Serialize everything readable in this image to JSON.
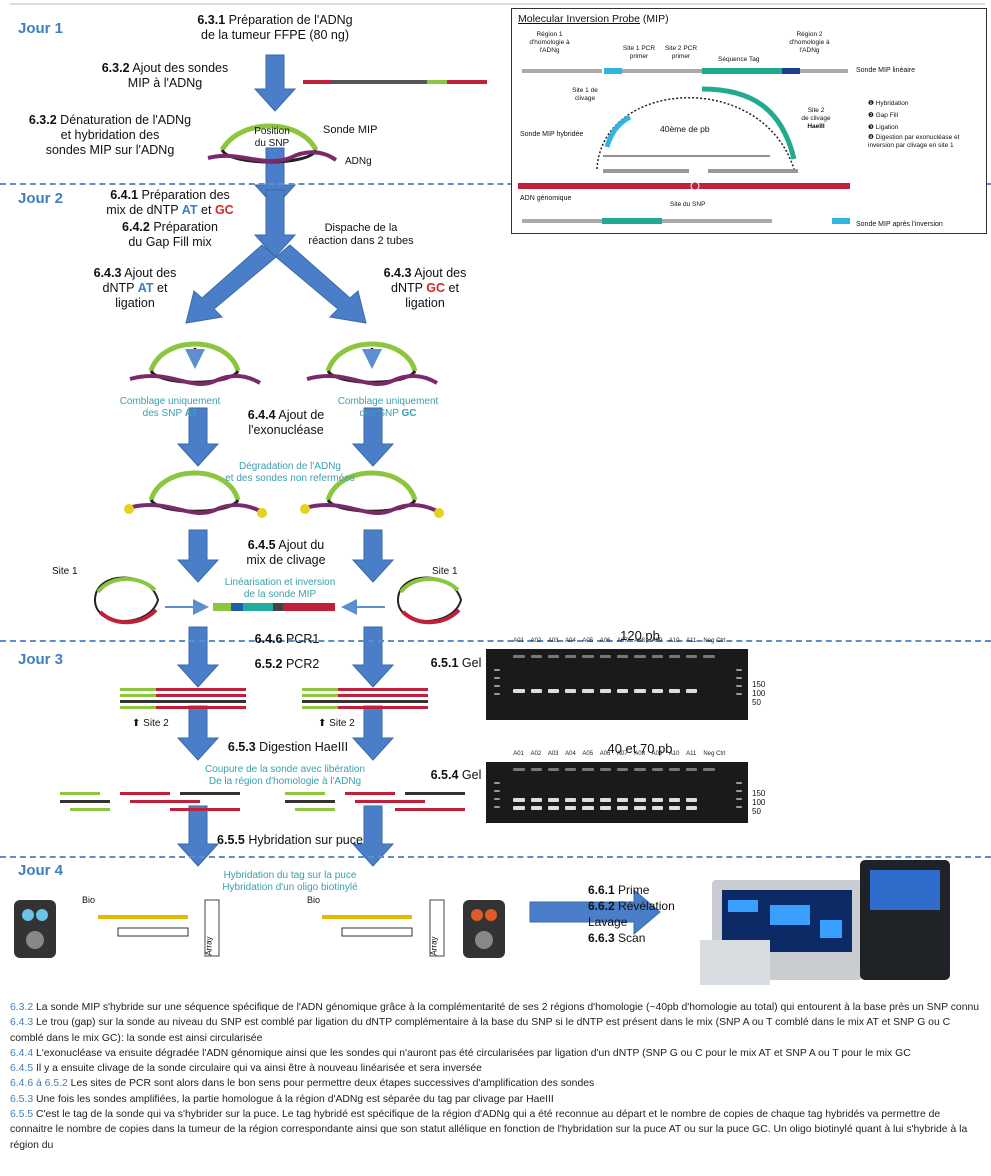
{
  "days": {
    "d1": "Jour 1",
    "d2": "Jour 2",
    "d3": "Jour 3",
    "d4": "Jour 4"
  },
  "steps": {
    "s631_num": "6.3.1",
    "s631_a": "Préparation de l'ADNg",
    "s631_b": "de la tumeur FFPE (80 ng)",
    "s632_num": "6.3.2",
    "s632_a": "Ajout des sondes",
    "s632_b": "MIP à l'ADNg",
    "s632b_num": "6.3.2",
    "s632b_a": "Dénaturation de l'ADNg",
    "s632b_b": "et hybridation des",
    "s632b_c": "sondes MIP sur l'ADNg",
    "s641_num": "6.4.1",
    "s641_a": "Préparation des",
    "s641_b": "mix de dNTP",
    "s641_at": "AT",
    "s641_et": "et",
    "s641_gc": "GC",
    "s642_num": "6.4.2",
    "s642_a": "Préparation",
    "s642_b": "du Gap Fill mix",
    "dispatch_a": "Dispache de la",
    "dispatch_b": "réaction dans 2 tubes",
    "s643l_num": "6.4.3",
    "s643l_a": "Ajout des",
    "s643l_b": "dNTP",
    "s643l_at": "AT",
    "s643l_c": "et",
    "s643l_d": "ligation",
    "s643r_num": "6.4.3",
    "s643r_a": "Ajout des",
    "s643r_b": "dNTP",
    "s643r_gc": "GC",
    "s643r_c": "et",
    "s643r_d": "ligation",
    "fill_l_a": "Comblage uniquement",
    "fill_l_b": "des SNP",
    "fill_l_c": "AT",
    "fill_r_a": "Comblage uniquement",
    "fill_r_b": "des SNP",
    "fill_r_c": "GC",
    "s644_num": "6.4.4",
    "s644_a": "Ajout de",
    "s644_b": "l'exonucléase",
    "degr_a": "Dégradation de l'ADNg",
    "degr_b": "et des sondes non refermées",
    "s645_num": "6.4.5",
    "s645_a": "Ajout du",
    "s645_b": "mix de clivage",
    "lin_a": "Linéarisation et inversion",
    "lin_b": "de la sonde MIP",
    "site1": "Site 1",
    "s646_num": "6.4.6",
    "s646": "PCR1",
    "s652_num": "6.5.2",
    "s652": "PCR2",
    "site2": "Site 2",
    "s651_num": "6.5.1",
    "s651": "Gel",
    "s653_num": "6.5.3",
    "s653": "Digestion HaeIII",
    "cut_a": "Coupure de la sonde avec libération",
    "cut_b": "De la région d'homologie à l'ADNg",
    "s654_num": "6.5.4",
    "s654": "Gel",
    "s655_num": "6.5.5",
    "s655": "Hybridation sur puce",
    "hyb_a": "Hybridation du tag sur la puce",
    "hyb_b": "Hybridation d'un oligo biotinylé",
    "snp_pos_a": "Position",
    "snp_pos_b": "du SNP",
    "sonde_mip": "Sonde MIP",
    "adng": "ADNg",
    "bio": "Bio",
    "array": "Array",
    "p661": "6.6.1",
    "p661t": "Prime",
    "p662": "6.6.2",
    "p662t": "Révélation",
    "lavage": "Lavage",
    "p663": "6.6.3",
    "p663t": "Scan"
  },
  "gels": {
    "gel1_title": "120 pb",
    "gel2_title": "40 et 70 pb",
    "lanes": [
      "A01",
      "A02",
      "A03",
      "A04",
      "A05",
      "A06",
      "A07",
      "A08",
      "A09",
      "A10",
      "A11",
      "Neg Ctrl"
    ],
    "ladder": [
      "150",
      "100",
      "50"
    ]
  },
  "mip": {
    "title": "Molecular Inversion Probe",
    "title_suffix": "(MIP)",
    "r1": "Région 1 d'homologie à l'ADNg",
    "site1_pcr": "Site 1 PCR primer",
    "site2_pcr": "Site 2 PCR primer",
    "tag": "Séquence Tag",
    "r2": "Région 2 d'homologie à l'ADNg",
    "linear": "Sonde MIP linéaire",
    "site1_cut": "Site 1 de clivage",
    "site2_cut_a": "Site 2",
    "site2_cut_b": "de clivage",
    "site2_cut_c": "HaeIII",
    "hybrid": "Sonde MIP hybridée",
    "span": "40ème de pb",
    "genomic": "ADN génomique",
    "snp_site": "Site du SNP",
    "after": "Sonde MIP après l'inversion",
    "legend": [
      "Hybridation",
      "Gap Fill",
      "Ligation",
      "Digestion par exonucléase et inversion par clivage en site 1"
    ]
  },
  "small_probe": {
    "r1": "Région 1 d'homologie à l'ADNg",
    "s1": "Site 1 PCR primer",
    "s2": "Site 2 PCR primer",
    "tag": "Séquence Tag",
    "r2": "Région 2 d'homologie à l'ADNg",
    "c1": "Site 1 de clivage",
    "c2": "Site 2 de clivage"
  },
  "notes": [
    {
      "num": "6.3.2",
      "text": "La sonde MIP s'hybride sur une séquence spécifique de l'ADN génomique grâce à la complémentarité de ses 2 régions d'homologie (~40pb d'homologie au total) qui entourent à la base près un SNP connu"
    },
    {
      "num": "6.4.3",
      "text": "Le trou (gap) sur la sonde au niveau du SNP est comblé par ligation du dNTP complémentaire à la base du SNP si le dNTP est présent dans le mix (SNP A ou T comblé dans le mix AT et SNP G ou C comblé dans le mix GC): la sonde est ainsi circularisée"
    },
    {
      "num": "6.4.4",
      "text": "L'exonucléase va ensuite dégradée l'ADN génomique ainsi que les sondes qui n'auront pas été circularisées par ligation d'un dNTP (SNP G ou C pour le mix AT et SNP A ou T pour le mix GC"
    },
    {
      "num": "6.4.5",
      "text": "Il y a ensuite clivage de la sonde circulaire qui va ainsi être à nouveau linéarisée et sera inversée"
    },
    {
      "num": "6.4.6 à 6.5.2",
      "text": "Les sites de PCR sont alors dans le bon sens pour permettre deux étapes successives d'amplification des sondes"
    },
    {
      "num": "6.5.3",
      "text": "Une fois les sondes amplifiées, la partie homologue à la région d'ADNg est séparée du tag par clivage par HaeIII"
    },
    {
      "num": "6.5.5",
      "text": "C'est le tag de la sonde qui va s'hybrider sur la puce. Le tag hybridé est spécifique de la région d'ADNg qui a été reconnue au départ et le nombre de copies de chaque tag hybridés va permettre de connaitre le nombre de copies dans la tumeur de la région correspondante ainsi que son statut allélique en fonction de l'hybridation sur la puce AT ou sur la puce GC. Un oligo biotinylé quant à lui s'hybride à la région du"
    }
  ]
}
